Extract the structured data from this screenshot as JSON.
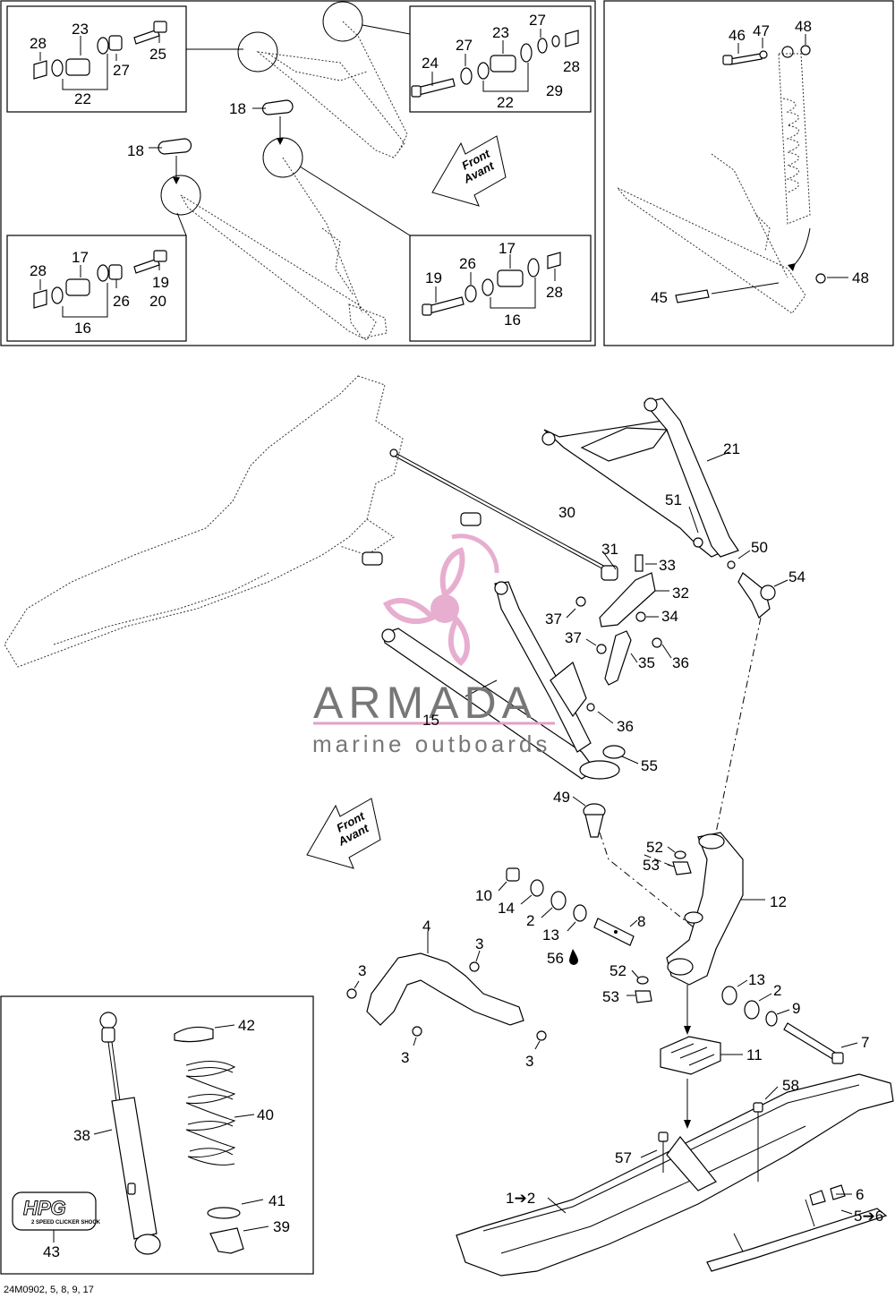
{
  "document": {
    "reference_code": "24M0902, 5, 8, 9, 17"
  },
  "watermark": {
    "brand": "ARMADA",
    "tagline": "marine outboards",
    "logo_color": "#e3a0c8",
    "text_color": "#777777"
  },
  "direction_labels": [
    {
      "line1": "Front",
      "line2": "Avant"
    },
    {
      "line1": "Front",
      "line2": "Avant"
    }
  ],
  "hpg_badge": {
    "logo": "HPG",
    "subtitle": "2 SPEED CLICKER SHOCK"
  },
  "callouts": {
    "d1_28": "28",
    "d1_23": "23",
    "d1_25": "25",
    "d1_27": "27",
    "d1_22": "22",
    "d2_27a": "27",
    "d2_23": "23",
    "d2_27b": "27",
    "d2_24": "24",
    "d2_28": "28",
    "d2_29": "29",
    "d2_22": "22",
    "d3_28": "28",
    "d3_17": "17",
    "d3_19": "19",
    "d3_20": "20",
    "d3_26": "26",
    "d3_16": "16",
    "d4_17": "17",
    "d4_26": "26",
    "d4_19": "19",
    "d4_28": "28",
    "d4_16": "16",
    "t_18a": "18",
    "t_18b": "18",
    "s_46": "46",
    "s_47": "47",
    "s_48a": "48",
    "s_48b": "48",
    "s_45": "45",
    "m_21": "21",
    "m_30": "30",
    "m_51": "51",
    "m_50": "50",
    "m_54": "54",
    "m_31": "31",
    "m_33": "33",
    "m_32": "32",
    "m_37a": "37",
    "m_34": "34",
    "m_37b": "37",
    "m_35": "35",
    "m_36a": "36",
    "m_15": "15",
    "m_36b": "36",
    "m_55": "55",
    "m_49": "49",
    "m_52a": "52",
    "m_53a": "53",
    "m_12": "12",
    "m_10": "10",
    "m_14": "14",
    "m_2a": "2",
    "m_8": "8",
    "m_13a": "13",
    "m_56": "56",
    "m_4": "4",
    "m_3a": "3",
    "m_3b": "3",
    "m_3c": "3",
    "m_3d": "3",
    "m_52b": "52",
    "m_53b": "53",
    "m_13b": "13",
    "m_2b": "2",
    "m_9": "9",
    "m_7": "7",
    "m_11": "11",
    "m_58": "58",
    "m_57": "57",
    "m_12arrow": "1➔2",
    "m_6": "6",
    "m_56arrow": "5➔6",
    "b_42": "42",
    "b_40": "40",
    "b_38": "38",
    "b_41": "41",
    "b_39": "39",
    "b_43": "43"
  }
}
